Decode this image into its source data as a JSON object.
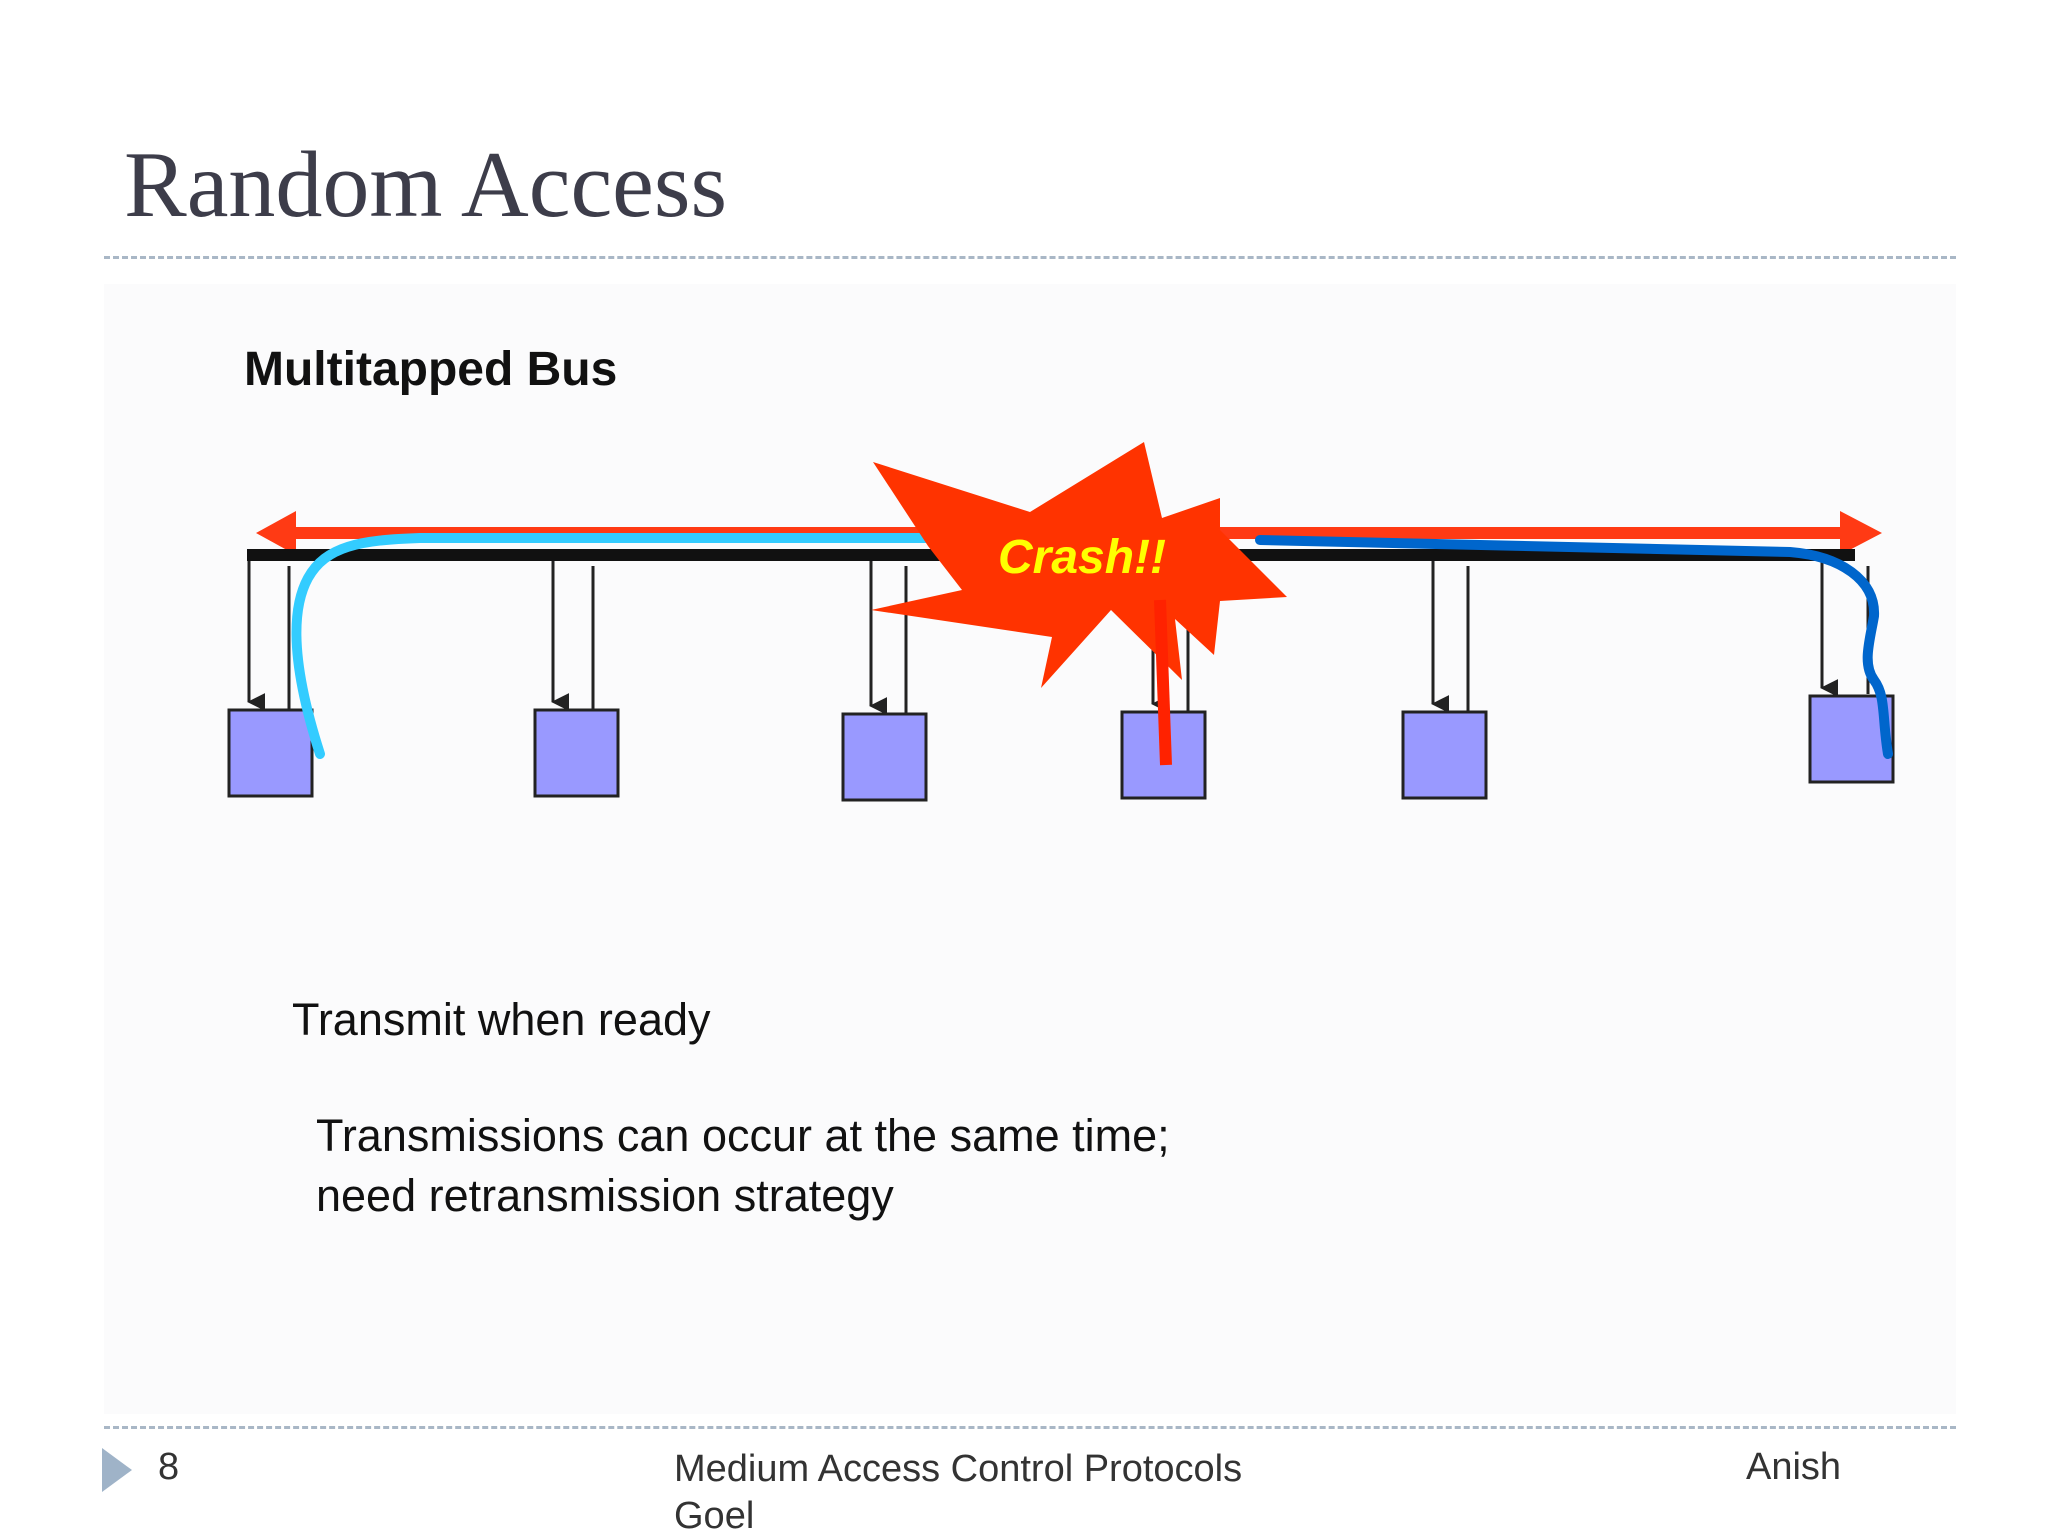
{
  "slide": {
    "title": "Random Access",
    "diagram_heading": "Multitapped Bus",
    "crash_label": "Crash!!",
    "point_1": "Transmit when ready",
    "point_2_line_1": "Transmissions can occur at the same time;",
    "point_2_line_2": "need retransmission strategy"
  },
  "footer": {
    "page_number": "8",
    "center_line_1": "Medium Access Control Protocols",
    "center_line_2": "Goel",
    "right": "Anish"
  },
  "colors": {
    "station_fill": "#9999ff",
    "burst_fill": "#ff3300",
    "crash_text": "#ffff00",
    "signal_left": "#33ccff",
    "signal_right": "#0066cc",
    "signal_crash": "#ff2200"
  }
}
